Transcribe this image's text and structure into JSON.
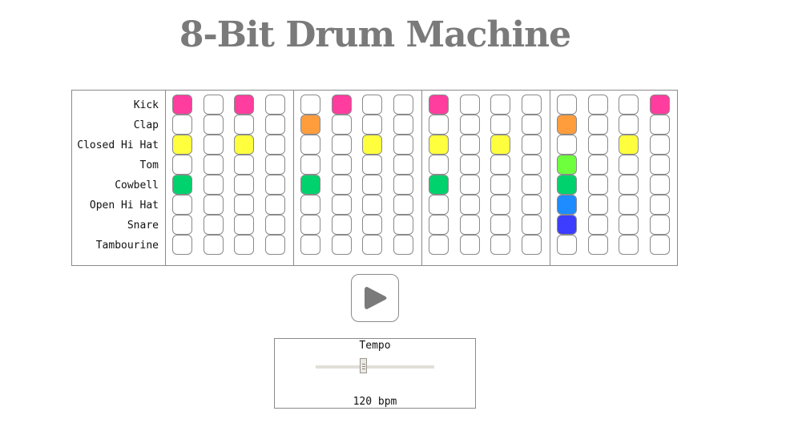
{
  "title": "8-Bit Drum Machine",
  "instruments": [
    {
      "name": "Kick",
      "color": "#ff3d9e"
    },
    {
      "name": "Clap",
      "color": "#ff9d3d"
    },
    {
      "name": "Closed Hi Hat",
      "color": "#ffff3d"
    },
    {
      "name": "Tom",
      "color": "#6eff3d"
    },
    {
      "name": "Cowbell",
      "color": "#00d26e"
    },
    {
      "name": "Open Hi Hat",
      "color": "#1e8cff"
    },
    {
      "name": "Snare",
      "color": "#3d3dff"
    },
    {
      "name": "Tambourine",
      "color": "#b43dff"
    }
  ],
  "steps": 16,
  "pattern": [
    [
      1,
      0,
      1,
      0,
      0,
      1,
      0,
      0,
      1,
      0,
      0,
      0,
      0,
      0,
      0,
      1
    ],
    [
      0,
      0,
      0,
      0,
      1,
      0,
      0,
      0,
      0,
      0,
      0,
      0,
      1,
      0,
      0,
      0
    ],
    [
      1,
      0,
      1,
      0,
      0,
      0,
      1,
      0,
      1,
      0,
      1,
      0,
      0,
      0,
      1,
      0
    ],
    [
      0,
      0,
      0,
      0,
      0,
      0,
      0,
      0,
      0,
      0,
      0,
      0,
      1,
      0,
      0,
      0
    ],
    [
      1,
      0,
      0,
      0,
      1,
      0,
      0,
      0,
      1,
      0,
      0,
      0,
      1,
      0,
      0,
      0
    ],
    [
      0,
      0,
      0,
      0,
      0,
      0,
      0,
      0,
      0,
      0,
      0,
      0,
      1,
      0,
      0,
      0
    ],
    [
      0,
      0,
      0,
      0,
      0,
      0,
      0,
      0,
      0,
      0,
      0,
      0,
      1,
      0,
      0,
      0
    ],
    [
      0,
      0,
      0,
      0,
      0,
      0,
      0,
      0,
      0,
      0,
      0,
      0,
      0,
      0,
      0,
      0
    ]
  ],
  "play_button": {
    "icon": "play-icon",
    "color": "#7a7a7a"
  },
  "tempo": {
    "label": "Tempo",
    "value": 120,
    "display": "120 bpm",
    "min": 60,
    "max": 240
  }
}
